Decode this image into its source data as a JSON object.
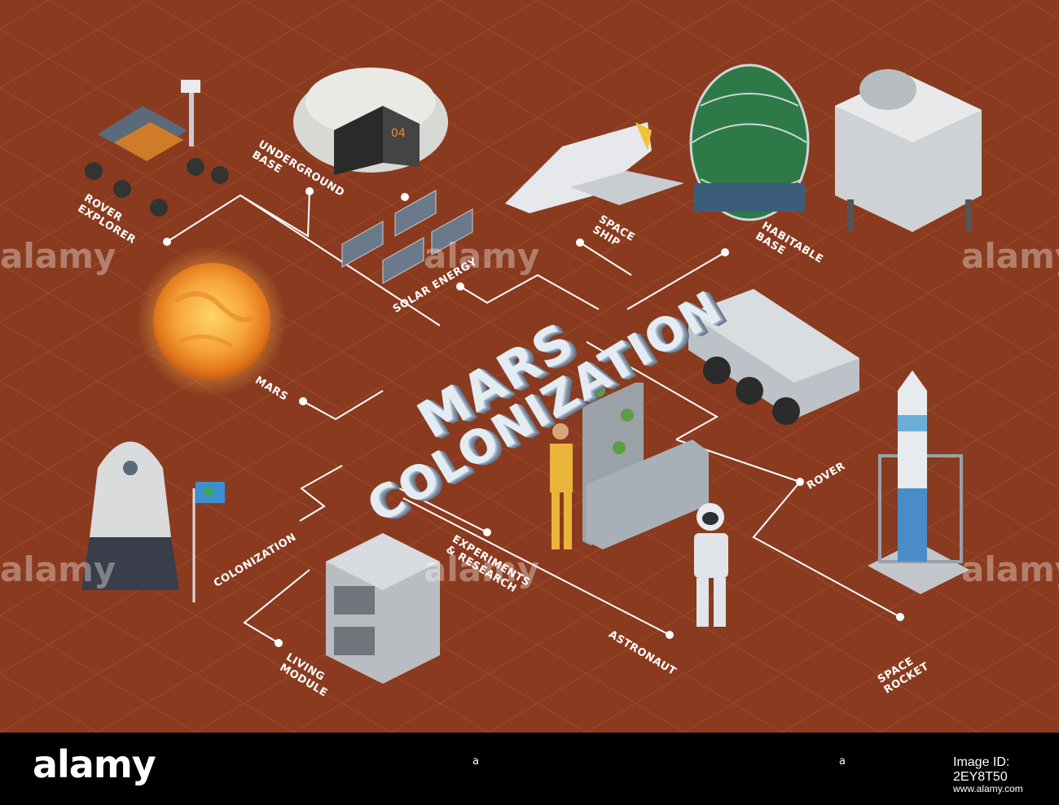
{
  "title": {
    "line1": "MARS",
    "line2": "COLONIZATION"
  },
  "labels": {
    "rover_explorer": "ROVER\nEXPLORER",
    "underground_base": "UNDERGROUND\nBASE",
    "solar_energy": "SOLAR ENERGY",
    "space_ship": "SPACE\nSHIP",
    "habitable_base": "HABITABLE\nBASE",
    "mars": "MARS",
    "rover": "ROVER",
    "colonization": "COLONIZATION",
    "experiments": "EXPERIMENTS\n& RESEARCH",
    "living_module": "LIVING\nMODULE",
    "astronaut": "ASTRONAUT",
    "space_rocket": "SPACE\nROCKET",
    "base_number": "04"
  },
  "watermark": {
    "logo": "alamy",
    "side_text": "a",
    "id_prefix": "Image ID: ",
    "id": "2EY8T50",
    "url": "www.alamy.com"
  },
  "colors": {
    "background": "#8a3b1f",
    "connector": "#ffffff",
    "title_face": "#e4ecf3"
  }
}
